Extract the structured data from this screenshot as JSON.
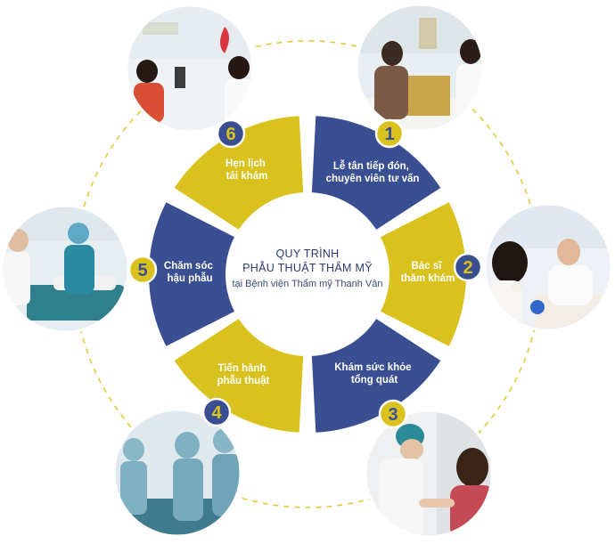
{
  "colors": {
    "blue": "#3a4f91",
    "yellow": "#d9c21d",
    "dashed_ring": "#e3c93a",
    "badge_outline": "#ffffff",
    "center_text": "#2a3a6e"
  },
  "center": {
    "title_line1": "QUY TRÌNH",
    "title_line2": "PHẪU THUẬT THẨM MỸ",
    "subtitle": "tại Bệnh viện Thẩm mỹ Thanh Vân"
  },
  "steps": [
    {
      "number": "1",
      "line1": "Lễ tân tiếp đón,",
      "line2": "chuyên viên tư vấn",
      "segment_color": "blue",
      "badge_color": "yellow",
      "photo": "reception-photo"
    },
    {
      "number": "2",
      "line1": "Bác sĩ",
      "line2": "thăm khám",
      "segment_color": "yellow",
      "badge_color": "blue",
      "photo": "doctor-consultation-photo"
    },
    {
      "number": "3",
      "line1": "Khám sức khỏe",
      "line2": "tổng quát",
      "segment_color": "blue",
      "badge_color": "yellow",
      "photo": "health-check-photo"
    },
    {
      "number": "4",
      "line1": "Tiến hành",
      "line2": "phẫu thuật",
      "segment_color": "yellow",
      "badge_color": "blue",
      "photo": "surgery-photo"
    },
    {
      "number": "5",
      "line1": "Chăm sóc",
      "line2": "hậu phẫu",
      "segment_color": "blue",
      "badge_color": "yellow",
      "photo": "post-op-care-photo"
    },
    {
      "number": "6",
      "line1": "Hẹn lịch",
      "line2": "tái khám",
      "segment_color": "yellow",
      "badge_color": "blue",
      "photo": "follow-up-photo"
    }
  ]
}
